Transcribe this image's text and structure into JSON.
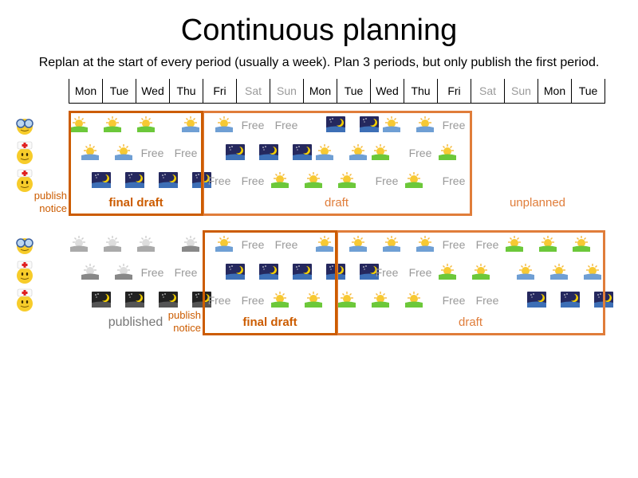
{
  "title": "Continuous planning",
  "subtitle": "Replan at the start of every period (usually a week). Plan 3 periods, but only publish the first period.",
  "days": [
    {
      "label": "Mon",
      "weekend": false
    },
    {
      "label": "Tue",
      "weekend": false
    },
    {
      "label": "Wed",
      "weekend": false
    },
    {
      "label": "Thu",
      "weekend": false
    },
    {
      "label": "Fri",
      "weekend": false
    },
    {
      "label": "Sat",
      "weekend": true
    },
    {
      "label": "Sun",
      "weekend": true
    },
    {
      "label": "Mon",
      "weekend": false
    },
    {
      "label": "Tue",
      "weekend": false
    },
    {
      "label": "Wed",
      "weekend": false
    },
    {
      "label": "Thu",
      "weekend": false
    },
    {
      "label": "Fri",
      "weekend": false
    },
    {
      "label": "Sat",
      "weekend": true
    },
    {
      "label": "Sun",
      "weekend": true
    },
    {
      "label": "Mon",
      "weekend": false
    },
    {
      "label": "Tue",
      "weekend": false
    }
  ],
  "free_label": "Free",
  "employees": [
    {
      "icon": "glasses-smiley-icon"
    },
    {
      "icon": "nurse-smiley-icon"
    },
    {
      "icon": "nurse-smiley-icon"
    }
  ],
  "colors": {
    "final_draft": "#cc5c00",
    "draft": "#e07d3a",
    "published": "#777777"
  },
  "plans": [
    {
      "name": "first-replan",
      "labels": {
        "publish_notice_line1": "publish",
        "publish_notice_line2": "notice",
        "final_draft": "final draft",
        "draft": "draft",
        "unplanned": "unplanned"
      },
      "rows": [
        [
          "E",
          "E",
          "E",
          "D",
          "D",
          "F",
          "F",
          "N",
          "N",
          "D",
          "D",
          "F"
        ],
        [
          "D",
          "D",
          "F",
          "F",
          "N",
          "N",
          "N",
          "D",
          "D",
          "E",
          "F",
          "E"
        ],
        [
          "N",
          "N",
          "N",
          "N",
          "F",
          "F",
          "E",
          "E",
          "E",
          "F",
          "E",
          "F"
        ]
      ],
      "published_days": 0
    },
    {
      "name": "second-replan",
      "labels": {
        "published": "published",
        "publish_notice_line1": "publish",
        "publish_notice_line2": "notice",
        "final_draft": "final draft",
        "draft": "draft"
      },
      "rows": [
        [
          "E",
          "E",
          "E",
          "D",
          "D",
          "F",
          "F",
          "D",
          "D",
          "D",
          "D",
          "F",
          "F",
          "E",
          "E",
          "E"
        ],
        [
          "D",
          "D",
          "F",
          "F",
          "N",
          "N",
          "N",
          "N",
          "N",
          "F",
          "F",
          "E",
          "E",
          "D",
          "D",
          "D"
        ],
        [
          "N",
          "N",
          "N",
          "N",
          "F",
          "F",
          "E",
          "E",
          "E",
          "E",
          "E",
          "F",
          "F",
          "N",
          "N",
          "N"
        ]
      ],
      "published_days": 4
    }
  ],
  "shift_legend": {
    "E": "early-shift-icon",
    "D": "day-shift-icon",
    "N": "night-shift-icon",
    "F": "Free"
  }
}
